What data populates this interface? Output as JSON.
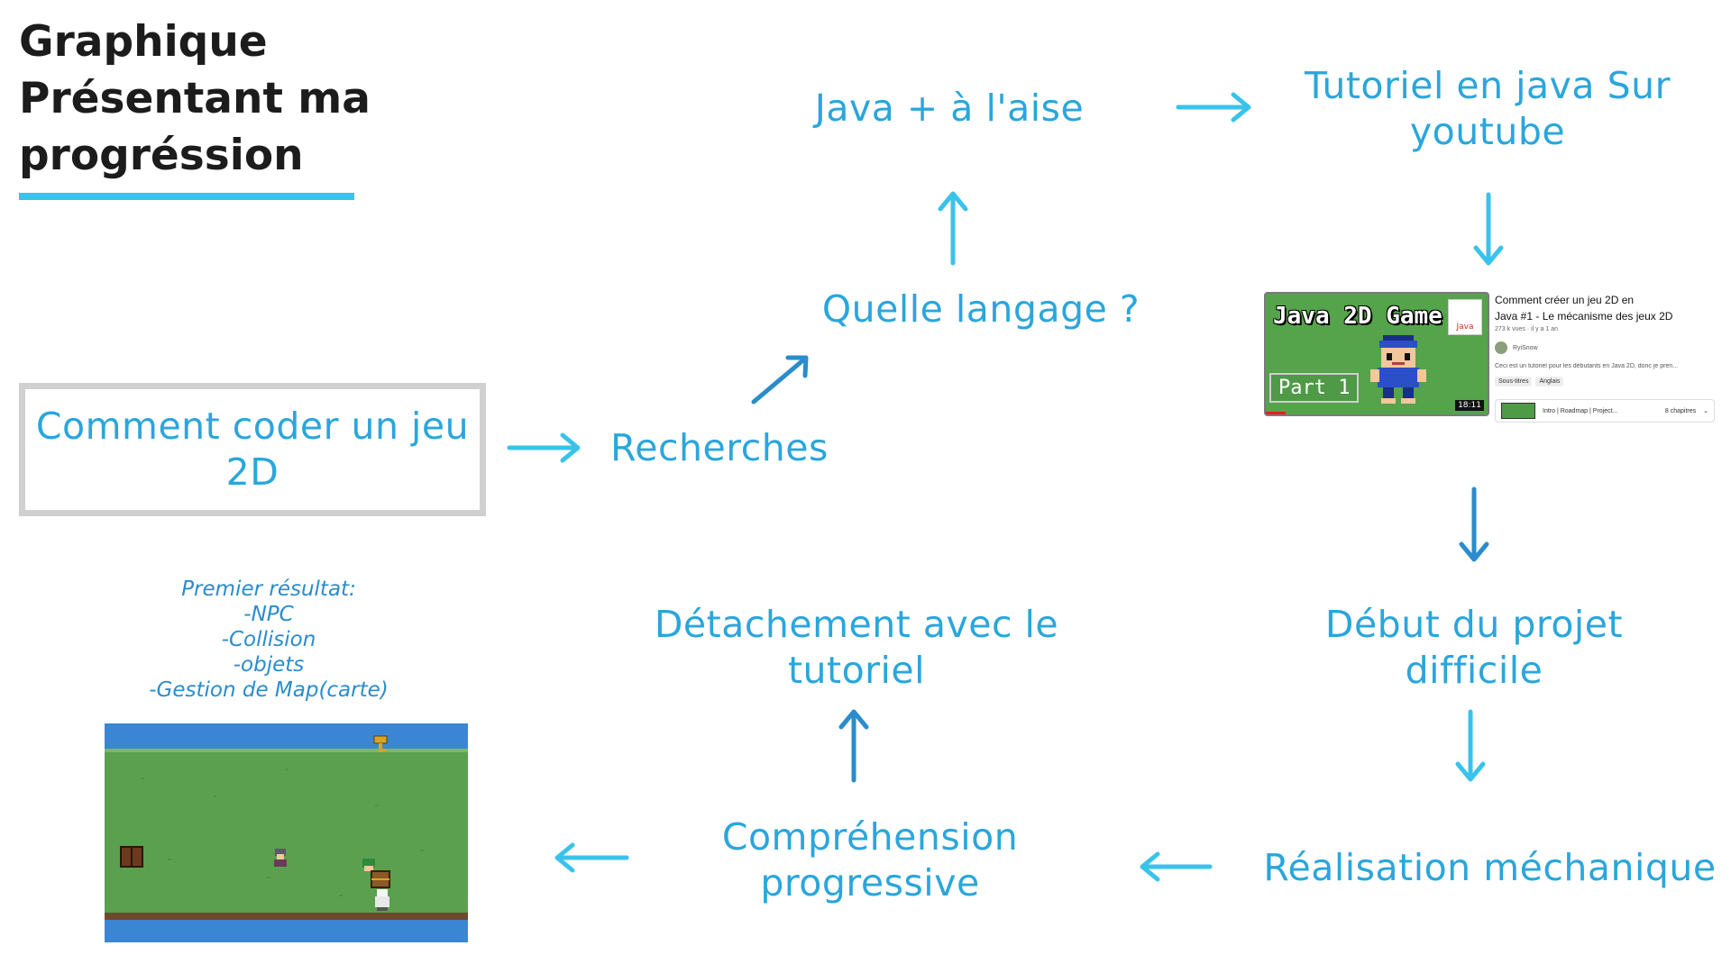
{
  "title": {
    "lines": [
      "Graphique",
      "Présentant ma",
      "progréssion"
    ]
  },
  "nodes": {
    "start_line1": "Comment coder un jeu",
    "start_line2": "2D",
    "recherches": "Recherches",
    "langage": "Quelle langage ?",
    "java": "Java + à l'aise",
    "tutoriel_line1": "Tutoriel en java Sur",
    "tutoriel_line2": "youtube",
    "debut_line1": "Début du projet",
    "debut_line2": "difficile",
    "realisation": "Réalisation méchanique",
    "comprehension_line1": "Compréhension",
    "comprehension_line2": "progressive",
    "detachement_line1": "Détachement avec le",
    "detachement_line2": "tutoriel"
  },
  "note": {
    "lines": [
      "Premier résultat:",
      "-NPC",
      "-Collision",
      "-objets",
      "-Gestion de Map(carte)"
    ]
  },
  "youtube": {
    "thumb_title": "Java 2D Game",
    "thumb_part": "Part 1",
    "thumb_java": "Java",
    "duration": "18:11",
    "video_title_line1": "Comment créer un jeu 2D en",
    "video_title_line2": "Java #1 - Le mécanisme des jeux 2D",
    "views": "273 k vues · il y a 1 an",
    "channel": "RyiSnow",
    "description": "Ceci est un tutoriel pour les débutants en Java 2D, donc je pren...",
    "tag1": "Sous-titres",
    "tag2": "Anglais",
    "chapter_label": "Intro | Roadmap | Project...",
    "chapter_count": "8 chapitres"
  },
  "colors": {
    "node_text": "#2aa6dc",
    "arrow_light": "#3ac3ea",
    "arrow_dark": "#2a8ccc",
    "title": "#1c1c1c",
    "box_border": "#d0d0d0"
  }
}
